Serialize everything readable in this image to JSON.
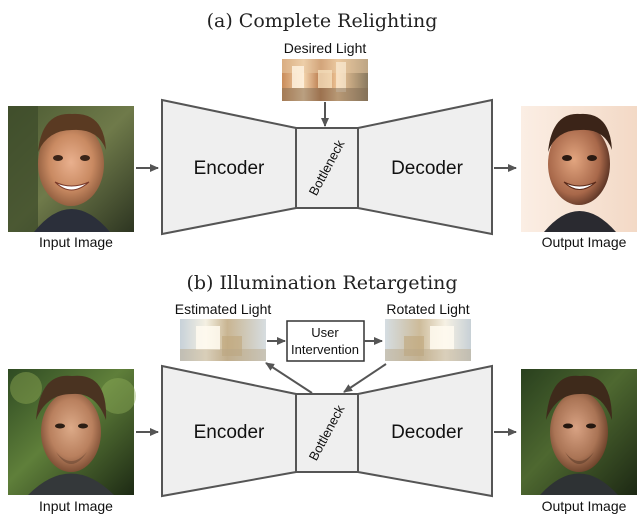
{
  "diagram": {
    "panel_a": {
      "title": "(a) Complete Relighting",
      "desired_light_label": "Desired Light",
      "encoder_label": "Encoder",
      "bottleneck_label": "Bottleneck",
      "decoder_label": "Decoder",
      "input_label": "Input Image",
      "output_label": "Output Image"
    },
    "panel_b": {
      "title": "(b) Illumination Retargeting",
      "estimated_light_label": "Estimated Light",
      "rotated_light_label": "Rotated Light",
      "user_intervention_line1": "User",
      "user_intervention_line2": "Intervention",
      "encoder_label": "Encoder",
      "bottleneck_label": "Bottleneck",
      "decoder_label": "Decoder",
      "input_label": "Input Image",
      "output_label": "Output Image"
    }
  },
  "colors": {
    "block_fill": "#efefef",
    "stroke": "#555555"
  },
  "icons": [
    "face-photo",
    "light-map",
    "arrow-right",
    "arrow-down"
  ]
}
